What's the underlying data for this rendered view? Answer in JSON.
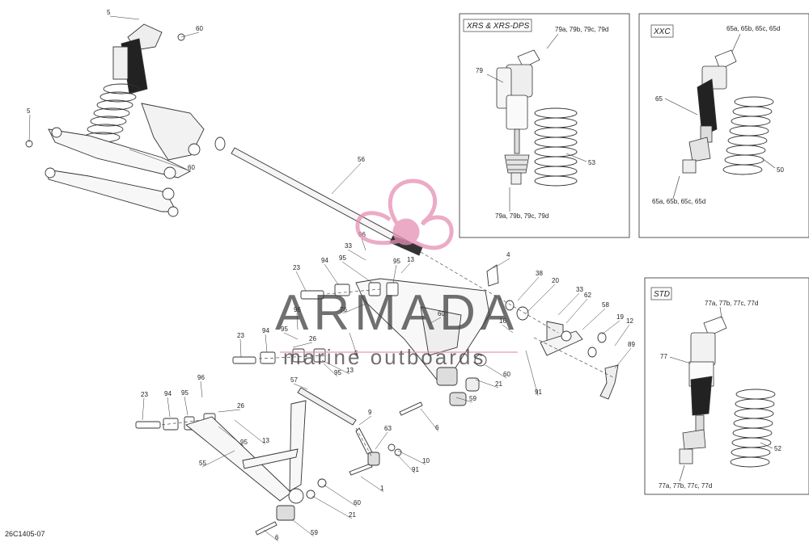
{
  "diagram": {
    "reference": "26C1405-07",
    "boxes": [
      {
        "id": "xrs",
        "title": "XRS & XRS-DPS",
        "labels": [
          "79a, 79b, 79c, 79d",
          "79",
          "53",
          "79a, 79b, 79c, 79d"
        ]
      },
      {
        "id": "xxc",
        "title": "XXC",
        "labels": [
          "65a, 65b, 65c, 65d",
          "65",
          "50",
          "65a, 65b, 65c, 65d"
        ]
      },
      {
        "id": "std",
        "title": "STD",
        "labels": [
          "77a, 77b, 77c, 77d",
          "77",
          "52",
          "77a, 77b, 77c, 77d"
        ]
      }
    ],
    "callouts": [
      "5",
      "60",
      "5",
      "60",
      "56",
      "33",
      "96",
      "13",
      "95",
      "94",
      "23",
      "95",
      "96",
      "76",
      "60",
      "95",
      "26",
      "5",
      "94",
      "23",
      "13",
      "95",
      "4",
      "38",
      "20",
      "33",
      "62",
      "58",
      "16",
      "19",
      "12",
      "89",
      "60",
      "21",
      "91",
      "59",
      "57",
      "96",
      "23",
      "94",
      "95",
      "26",
      "95",
      "13",
      "9",
      "6",
      "63",
      "10",
      "91",
      "55",
      "1",
      "60",
      "21",
      "59",
      "6"
    ],
    "watermark": {
      "brand": "ARMADA",
      "tagline": "marine outboards"
    }
  }
}
